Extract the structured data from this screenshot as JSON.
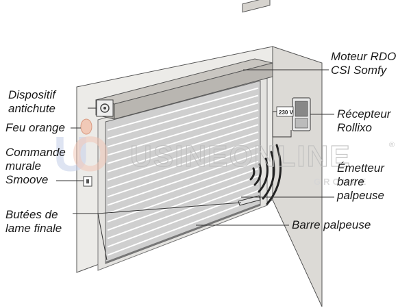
{
  "labels": {
    "moteur": [
      "Moteur RDO",
      "CSI Somfy"
    ],
    "dispositif": [
      "Dispositif",
      "antichute"
    ],
    "feu": "Feu orange",
    "recepteur": [
      "Récepteur",
      "Rollixo"
    ],
    "commande": [
      "Commande",
      "murale",
      "Smoove"
    ],
    "emetteur": [
      "Émetteur",
      "barre",
      "palpeuse"
    ],
    "butees": [
      "Butées de",
      "lame finale"
    ],
    "barre": "Barre palpeuse"
  },
  "voltage_label": "230 V",
  "watermark": {
    "main": "USINEONLINE",
    "sub": "GROUPE",
    "registered": "®"
  },
  "colors": {
    "wall": "#ecebe8",
    "wall_side": "#dcdad6",
    "door": "#cfcfcf",
    "slat_line": "#ffffff",
    "housing": "#b9b6b1",
    "orange_light": "#f1c9b7",
    "watermark_blue": "#c9d3ea",
    "watermark_orange": "#f2c4b3",
    "leader": "#333333"
  },
  "icons": [
    "fall-arrest-device-icon",
    "orange-light-icon",
    "wall-switch-icon",
    "receiver-box-icon",
    "transmitter-waves-icon"
  ]
}
